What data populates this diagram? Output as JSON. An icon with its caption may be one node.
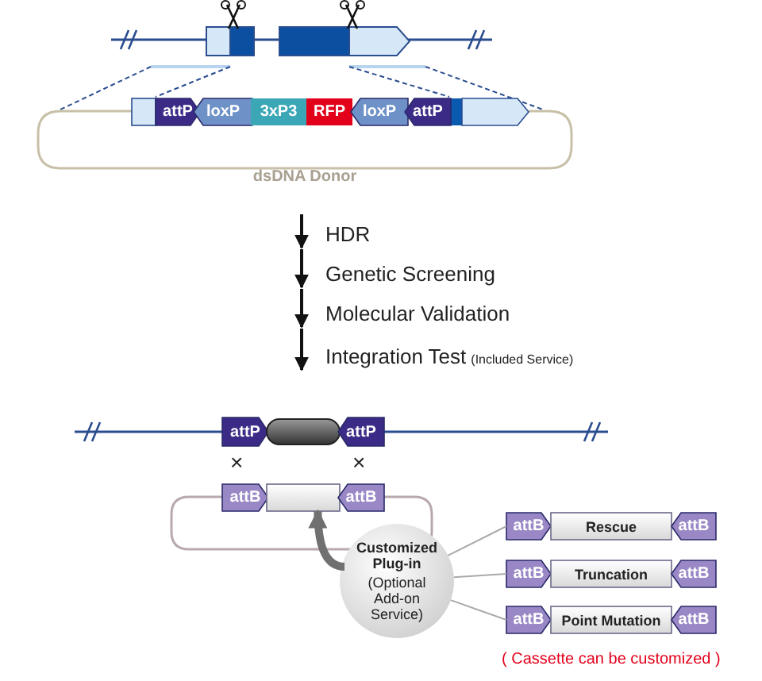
{
  "diagram": {
    "nodes": [
      {
        "text": [
          "dsDNA Donor"
        ]
      },
      {
        "text": [
          "attP"
        ],
        "in": 0
      },
      {
        "text": [
          "loxP"
        ],
        "in": 0
      },
      {
        "text": [
          "3xP3"
        ],
        "in": 0
      },
      {
        "text": [
          "RFP"
        ],
        "in": 0
      },
      {
        "text": [
          "loxP"
        ],
        "in": 0
      },
      {
        "text": [
          "attP"
        ],
        "in": 0
      },
      {
        "text": [
          "HDR"
        ]
      },
      {
        "text": [
          "Genetic Screening"
        ]
      },
      {
        "text": [
          "Molecular Validation"
        ]
      },
      {
        "text": [
          "Integration Test",
          "(Included Service)"
        ]
      },
      {
        "text": [
          "attP"
        ]
      },
      {
        "text": [],
        "shape": "capsule"
      },
      {
        "text": [
          "attP"
        ]
      },
      {
        "text": [],
        "shape": "loop"
      },
      {
        "text": [
          "attB"
        ],
        "in": 14
      },
      {
        "text": [],
        "shape": "box",
        "in": 14
      },
      {
        "text": [
          "attB"
        ],
        "in": 14
      },
      {
        "text": [
          "Customized Plug-in",
          "(Optional Add-on Service)"
        ]
      },
      {
        "text": [
          "attB"
        ]
      },
      {
        "text": [
          "Rescue"
        ]
      },
      {
        "text": [
          "attB"
        ]
      },
      {
        "text": [
          "attB"
        ]
      },
      {
        "text": [
          "Truncation"
        ]
      },
      {
        "text": [
          "attB"
        ]
      },
      {
        "text": [
          "attB"
        ]
      },
      {
        "text": [
          "Point Mutation"
        ]
      },
      {
        "text": [
          "attB"
        ]
      }
    ],
    "edges": [
      {
        "from": null,
        "to": 7,
        "arrow": "to"
      },
      {
        "from": 7,
        "to": 8,
        "arrow": "to"
      },
      {
        "from": 8,
        "to": 9,
        "arrow": "to"
      },
      {
        "from": 9,
        "to": 10,
        "arrow": "to"
      },
      {
        "from": 18,
        "to": 16,
        "arrow": "to",
        "style": "thick",
        "color": "#707070"
      },
      {
        "from": 18,
        "to": 19,
        "arrow": "none",
        "color": "#aaaaaa"
      },
      {
        "from": 18,
        "to": 22,
        "arrow": "none",
        "color": "#aaaaaa"
      },
      {
        "from": 18,
        "to": 25,
        "arrow": "none",
        "color": "#aaaaaa"
      }
    ],
    "labels": [
      "×",
      "×",
      "( Cassette can be customized )"
    ]
  }
}
